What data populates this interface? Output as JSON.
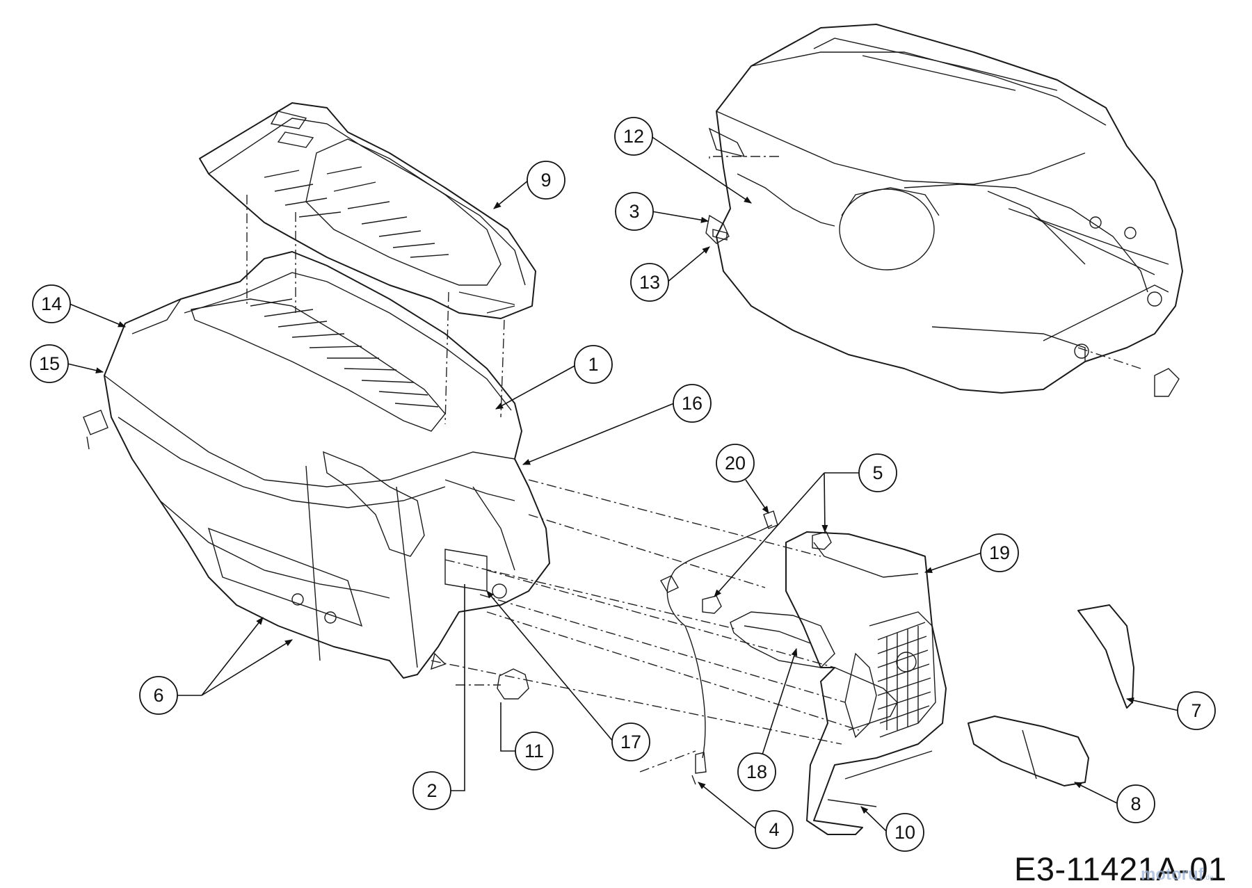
{
  "callouts": [
    {
      "id": "c1",
      "label": "1"
    },
    {
      "id": "c2",
      "label": "2"
    },
    {
      "id": "c3",
      "label": "3"
    },
    {
      "id": "c4",
      "label": "4"
    },
    {
      "id": "c5",
      "label": "5"
    },
    {
      "id": "c6",
      "label": "6"
    },
    {
      "id": "c7",
      "label": "7"
    },
    {
      "id": "c8",
      "label": "8"
    },
    {
      "id": "c9",
      "label": "9"
    },
    {
      "id": "c10",
      "label": "10"
    },
    {
      "id": "c11",
      "label": "11"
    },
    {
      "id": "c12",
      "label": "12"
    },
    {
      "id": "c13",
      "label": "13"
    },
    {
      "id": "c14",
      "label": "14"
    },
    {
      "id": "c15",
      "label": "15"
    },
    {
      "id": "c16",
      "label": "16"
    },
    {
      "id": "c17",
      "label": "17"
    },
    {
      "id": "c18",
      "label": "18"
    },
    {
      "id": "c19",
      "label": "19"
    },
    {
      "id": "c20",
      "label": "20"
    }
  ],
  "drawing_id": "E3-11421A-01",
  "watermark": {
    "brand": "motoruf",
    "suffix": ".de"
  }
}
